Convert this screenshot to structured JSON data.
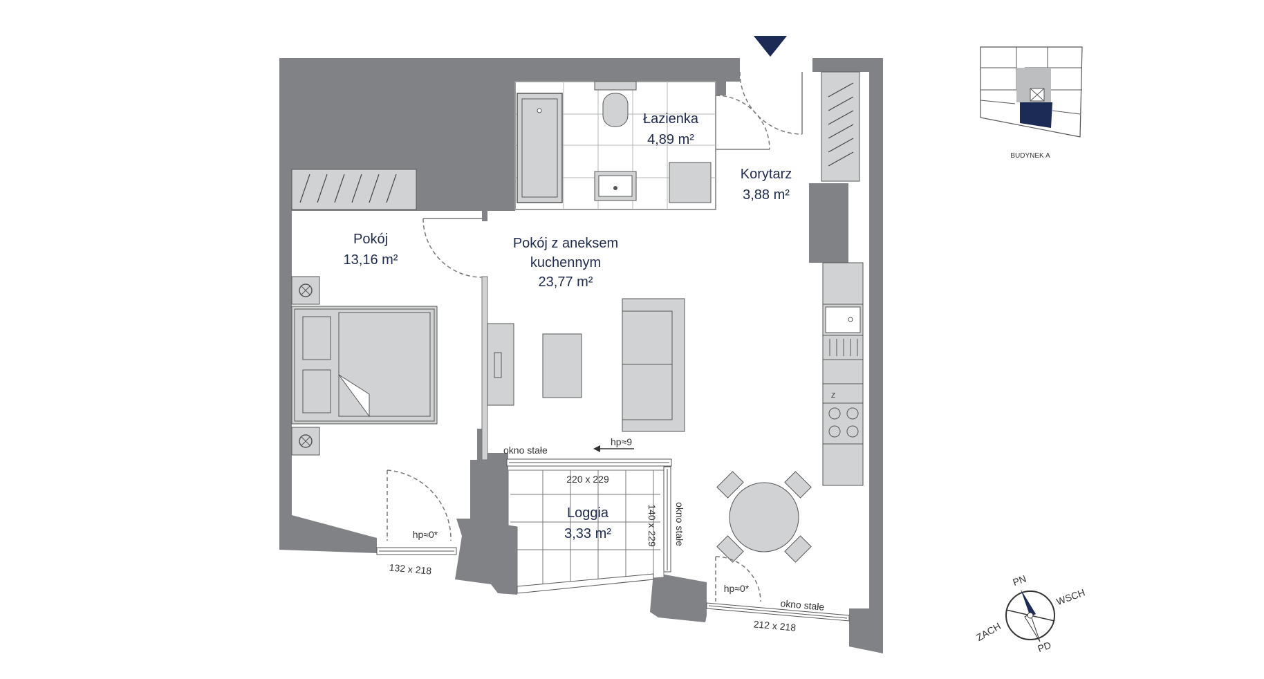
{
  "rooms": {
    "lazienka": {
      "name": "Łazienka",
      "area": "4,89 m²"
    },
    "korytarz": {
      "name": "Korytarz",
      "area": "3,88 m²"
    },
    "pokoj": {
      "name": "Pokój",
      "area": "13,16 m²"
    },
    "salon": {
      "name_line1": "Pokój z aneksem",
      "name_line2": "kuchennym",
      "area": "23,77 m²"
    },
    "loggia": {
      "name": "Loggia",
      "area": "3,33 m²"
    }
  },
  "labels": {
    "okno_stale_top": "okno stałe",
    "hp_9": "hp≈9",
    "dim_220": "220 x 229",
    "dim_140": "140 x 229",
    "okno_stale_side": "okno stałe",
    "hp_0_left": "hp≈0*",
    "dim_132": "132 x 218",
    "hp_0_right": "hp≈0*",
    "okno_stale_bottom": "okno stałe",
    "dim_212": "212 x 218",
    "hob_letter": "Z"
  },
  "compass": {
    "n": "PN",
    "e": "WSCH",
    "s": "PD",
    "w": "ZACH"
  },
  "key_plan": {
    "label": "BUDYNEK A"
  },
  "colors": {
    "wall": "#808285",
    "accent": "#1b2b55",
    "furniture": "#d1d2d4"
  }
}
